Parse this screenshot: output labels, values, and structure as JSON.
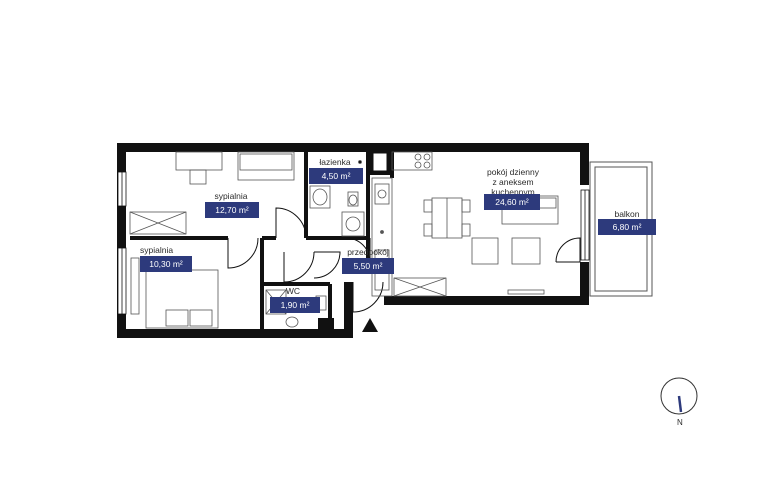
{
  "rooms": [
    {
      "id": "bedroom1",
      "name": "sypialnia",
      "area": "12,70 m²"
    },
    {
      "id": "bedroom2",
      "name": "sypialnia",
      "area": "10,30 m²"
    },
    {
      "id": "bathroom",
      "name": "łazienka",
      "area": "4,50 m²"
    },
    {
      "id": "living",
      "name_lines": [
        "pokój dzienny",
        "z aneksem",
        "kuchennym"
      ],
      "area": "24,60 m²"
    },
    {
      "id": "hall",
      "name": "przedpokój",
      "area": "5,50 m²"
    },
    {
      "id": "wc",
      "name": "WC",
      "area": "1,90 m²"
    },
    {
      "id": "balcony",
      "name": "balkon",
      "area": "6,80 m²"
    }
  ],
  "compass": {
    "label": "N"
  },
  "colors": {
    "wall": "#111111",
    "badge": "#2d3a7c",
    "line": "#555555",
    "accent": "#2d3a7c"
  }
}
